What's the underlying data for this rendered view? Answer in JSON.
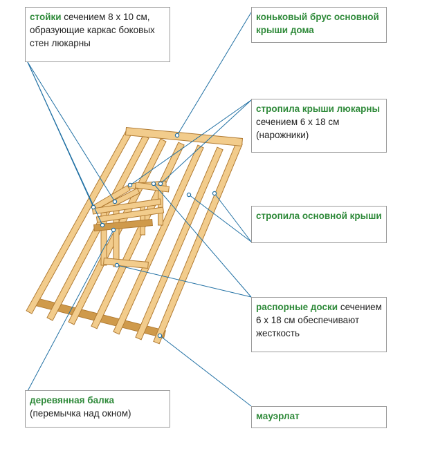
{
  "colors": {
    "wood": "#f2cc8c",
    "wood_dark": "#cf9a4b",
    "wood_stroke": "#b07a32",
    "leader": "#1f6fa3",
    "term": "#2f8a3a"
  },
  "labels": {
    "stoyki": {
      "term": "стойки",
      "text": " сечением 8 х 10 см, образующие каркас боковых стен люкарны"
    },
    "konek": {
      "term": "коньковый брус основной крыши дома",
      "text": ""
    },
    "stropila_lyukarny": {
      "term": "стропила крыши люкарны",
      "text": " сечением 6 х 18 см (нарожники)"
    },
    "stropila_osnovnoy": {
      "term": "стропила основной крыши",
      "text": ""
    },
    "raspornye": {
      "term": "распорные доски",
      "text": " сечением 6 х 18 см обеспечивают жесткость"
    },
    "balka": {
      "term": "деревянная балка",
      "text": " (перемычка над окном)"
    },
    "mauerlat": {
      "term": "мауэрлат",
      "text": ""
    }
  }
}
